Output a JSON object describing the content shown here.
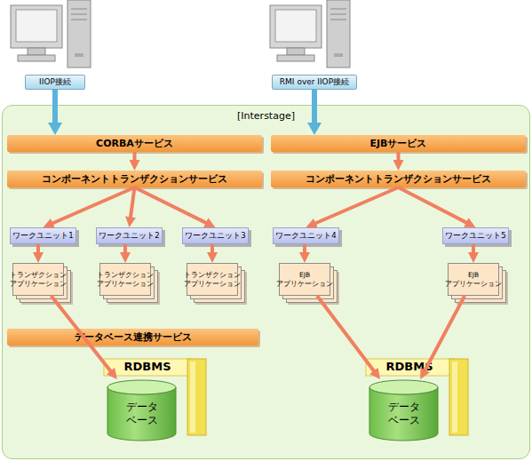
{
  "diagram": {
    "nodes": [
      {
        "text": [
          "IIOP接続"
        ]
      },
      {
        "text": [
          "RMI over IIOP接続"
        ]
      },
      {
        "text": [
          "[Interstage]"
        ]
      },
      {
        "text": [
          "CORBAサービス"
        ],
        "in": 2
      },
      {
        "text": [
          "EJBサービス"
        ],
        "in": 2
      },
      {
        "text": [
          "コンポーネントトランザクションサービス"
        ],
        "in": 2
      },
      {
        "text": [
          "コンポーネントトランザクションサービス"
        ],
        "in": 2
      },
      {
        "text": [
          "ワークユニット1"
        ],
        "in": 2
      },
      {
        "text": [
          "ワークユニット2"
        ],
        "in": 2
      },
      {
        "text": [
          "ワークユニット3"
        ],
        "in": 2
      },
      {
        "text": [
          "ワークユニット4"
        ],
        "in": 2
      },
      {
        "text": [
          "ワークユニット5"
        ],
        "in": 2
      },
      {
        "text": [
          "トランザクション アプリケーション"
        ],
        "in": 2
      },
      {
        "text": [
          "トランザクション アプリケーション"
        ],
        "in": 2
      },
      {
        "text": [
          "トランザクション アプリケーション"
        ],
        "in": 2
      },
      {
        "text": [
          "EJB アプリケーション"
        ],
        "in": 2
      },
      {
        "text": [
          "EJB アプリケーション"
        ],
        "in": 2
      },
      {
        "text": [
          "データベース連携サービス"
        ],
        "in": 2
      },
      {
        "text": [
          "RDBMS"
        ],
        "in": 2
      },
      {
        "text": [
          "データ ベース"
        ],
        "in": 18
      },
      {
        "text": [
          "RDBMS"
        ],
        "in": 2
      },
      {
        "text": [
          "データ ベース"
        ],
        "in": 20
      }
    ],
    "edges": [
      {
        "from": 0,
        "to": 3,
        "arrow": "to"
      },
      {
        "from": 1,
        "to": 4,
        "arrow": "to"
      },
      {
        "from": 3,
        "to": 5,
        "arrow": "to"
      },
      {
        "from": 4,
        "to": 6,
        "arrow": "to"
      },
      {
        "from": 5,
        "to": 7,
        "arrow": "to"
      },
      {
        "from": 5,
        "to": 8,
        "arrow": "to"
      },
      {
        "from": 5,
        "to": 9,
        "arrow": "to"
      },
      {
        "from": 6,
        "to": 10,
        "arrow": "to"
      },
      {
        "from": 6,
        "to": 11,
        "arrow": "to"
      },
      {
        "from": 7,
        "to": 12,
        "arrow": "to"
      },
      {
        "from": 8,
        "to": 13,
        "arrow": "to"
      },
      {
        "from": 9,
        "to": 14,
        "arrow": "to"
      },
      {
        "from": 10,
        "to": 15,
        "arrow": "to"
      },
      {
        "from": 11,
        "to": 16,
        "arrow": "to"
      },
      {
        "from": 12,
        "to": 19,
        "arrow": "to"
      },
      {
        "from": 15,
        "to": 21,
        "arrow": "to"
      },
      {
        "from": 16,
        "to": 21,
        "arrow": "to"
      }
    ]
  }
}
